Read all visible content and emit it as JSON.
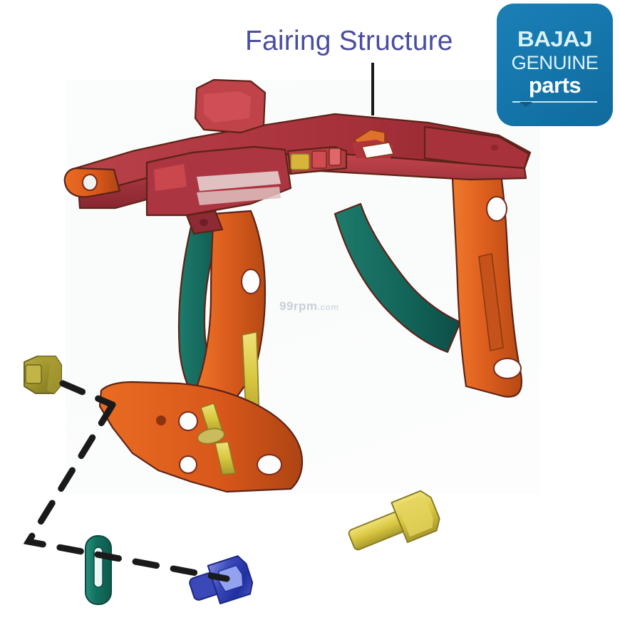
{
  "page": {
    "title": "Fairing Structure",
    "background_color": "#ffffff",
    "panel_color": "#fbfdfd"
  },
  "callout": {
    "label": "Fairing Structure",
    "label_color": "#4a4d9e",
    "leader_line_color": "#1a1a1a"
  },
  "logo": {
    "brand": "BAJAJ",
    "line2": "GENUINE",
    "line3": "parts",
    "background_color": "#1577ad",
    "text_color": "#ddf4fc"
  },
  "watermark": {
    "text": "99rpm",
    "suffix": ".com",
    "color": "#c9cfd8"
  },
  "diagram": {
    "name": "fairing-structure-exploded-view",
    "colors": {
      "main_beam": "#9c3340",
      "main_beam_light": "#c0434a",
      "bracket_orange": "#e0601f",
      "bracket_orange_dark": "#b84a18",
      "strut_teal": "#17695e",
      "accent_gold": "#d7c24a",
      "outline": "#5c2318"
    },
    "parts": [
      {
        "id": "fairing-beam",
        "label": "Fairing Structure",
        "color": "#9c3340"
      },
      {
        "id": "left-bracket-arm",
        "label": "Left Bracket Arm",
        "color": "#e0601f"
      },
      {
        "id": "right-bracket-arm",
        "label": "Right Bracket Arm",
        "color": "#e0601f"
      },
      {
        "id": "left-strut",
        "label": "Left Strut",
        "color": "#17695e"
      },
      {
        "id": "right-strut",
        "label": "Right Strut",
        "color": "#17695e"
      },
      {
        "id": "lower-mount-plate",
        "label": "Lower Mount Plate",
        "color": "#e0601f"
      }
    ],
    "fasteners": [
      {
        "id": "olive-nut",
        "label": "Nut",
        "color": "#9a8e2a"
      },
      {
        "id": "teal-grommet",
        "label": "Grommet",
        "color": "#1b7f6f"
      },
      {
        "id": "blue-screw",
        "label": "Screw",
        "color": "#3a48b8"
      },
      {
        "id": "gold-bolt",
        "label": "Hex Bolt",
        "color": "#d4c533"
      }
    ],
    "assembly_line": {
      "style": "dashed",
      "color": "#1a1a1a"
    }
  }
}
